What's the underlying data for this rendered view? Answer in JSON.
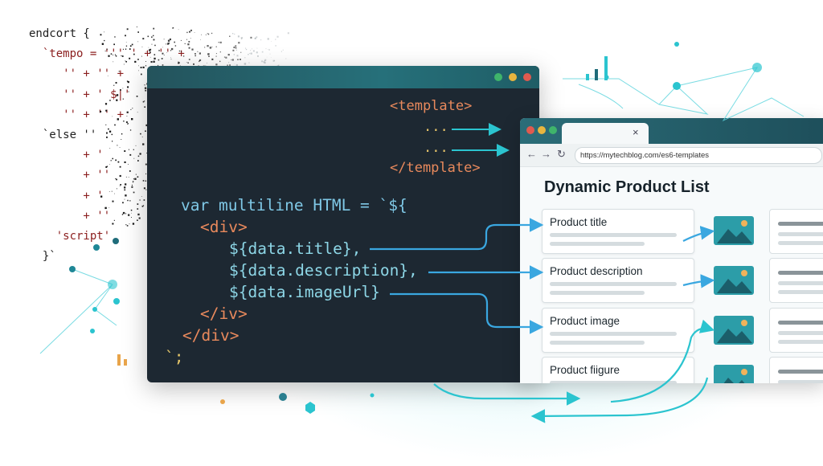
{
  "old_code": {
    "lines": [
      {
        "text": "endcort {",
        "cls": "plain",
        "indent": 0
      },
      {
        "text": "`tempo = ''' ' + '' +",
        "cls": "str",
        "indent": 2
      },
      {
        "text": "'' + '' +",
        "cls": "str",
        "indent": 5
      },
      {
        "text": "'' + ' $|'",
        "cls": "str",
        "indent": 5
      },
      {
        "text": "'' + '' +",
        "cls": "str",
        "indent": 5
      },
      {
        "text": "`else '' :",
        "cls": "plain",
        "indent": 2
      },
      {
        "text": "+ '",
        "cls": "str",
        "indent": 8
      },
      {
        "text": "+ ''",
        "cls": "str",
        "indent": 8
      },
      {
        "text": "+ '",
        "cls": "str",
        "indent": 8
      },
      {
        "text": "+ ''",
        "cls": "str",
        "indent": 8
      },
      {
        "text": "'script'",
        "cls": "str",
        "indent": 4
      },
      {
        "text": "}`",
        "cls": "plain",
        "indent": 2
      }
    ]
  },
  "editor": {
    "template_open": "<template>",
    "template_dots_1": "...",
    "template_dots_2": "...",
    "template_close": "</template>",
    "line_var": "var multiline HTML = `${",
    "line_div": "<div>",
    "line_title": "${data.title},",
    "line_description": "${data.description},",
    "line_image": "${data.imageUrl}",
    "line_iv": "</iv>",
    "line_div_close": "</div>",
    "line_end": "`;",
    "colors": {
      "red": "#e05a4f",
      "yellow": "#e7b53f",
      "green": "#3fb56b"
    }
  },
  "browser": {
    "close_glyph": "×",
    "url": "https://mytechblog.com/es6-templates",
    "page_title": "Dynamic Product List",
    "cards": [
      {
        "label": "Product title"
      },
      {
        "label": "Product description"
      },
      {
        "label": "Product image"
      },
      {
        "label": "Product fiigure"
      }
    ],
    "icons": {
      "back": "back-arrow-icon",
      "forward": "forward-arrow-icon",
      "reload": "reload-icon"
    }
  },
  "accent": "#2bc4cf"
}
